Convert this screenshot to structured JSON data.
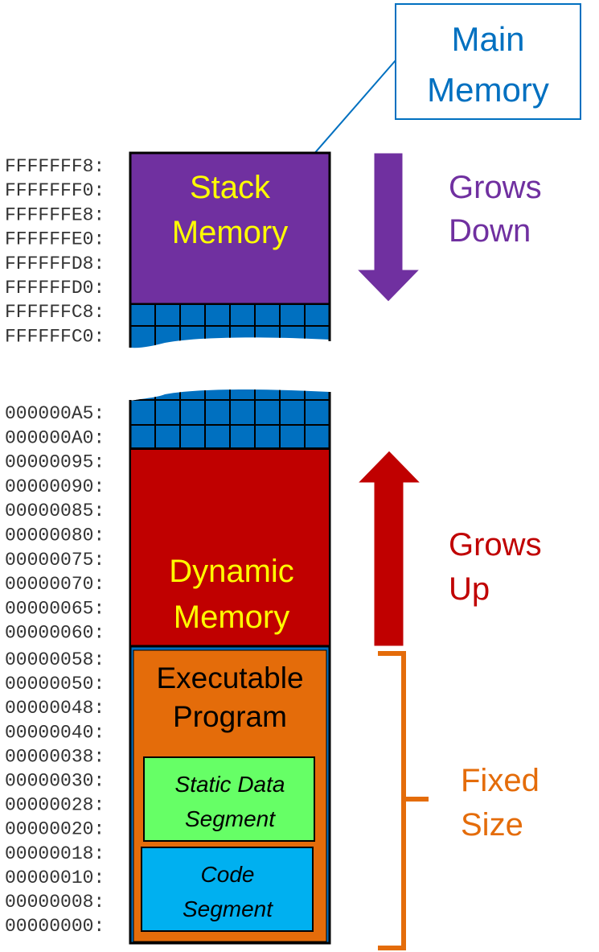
{
  "diagram": {
    "callout": {
      "line1": "Main",
      "line2": "Memory"
    },
    "stack": {
      "line1": "Stack",
      "line2": "Memory",
      "addresses": [
        "FFFFFFF8:",
        "FFFFFFF0:",
        "FFFFFFE8:",
        "FFFFFFE0:",
        "FFFFFFD8:",
        "FFFFFFD0:",
        "FFFFFFC8:",
        "FFFFFFC0:"
      ]
    },
    "heap": {
      "line1": "Dynamic",
      "line2": "Memory",
      "addresses": [
        "000000A5:",
        "000000A0:",
        "00000095:",
        "00000090:",
        "00000085:",
        "00000080:",
        "00000075:",
        "00000070:",
        "00000065:",
        "00000060:"
      ]
    },
    "program": {
      "line1": "Executable",
      "line2": "Program",
      "static_line1": "Static Data",
      "static_line2": "Segment",
      "code_line1": "Code",
      "code_line2": "Segment",
      "addresses": [
        "00000058:",
        "00000050:",
        "00000048:",
        "00000040:",
        "00000038:",
        "00000030:",
        "00000028:",
        "00000020:",
        "00000018:",
        "00000010:",
        "00000008:",
        "00000000:"
      ]
    },
    "grows_down": {
      "line1": "Grows",
      "line2": "Down"
    },
    "grows_up": {
      "line1": "Grows",
      "line2": "Up"
    },
    "fixed_size": {
      "line1": "Fixed",
      "line2": "Size"
    }
  },
  "colors": {
    "stack": "#7030a0",
    "heap": "#c00000",
    "program": "#e46c0a",
    "static": "#66ff66",
    "code": "#00b0f0",
    "grid": "#0070c0",
    "label_yellow": "#ffff00",
    "callout": "#0070c0"
  }
}
